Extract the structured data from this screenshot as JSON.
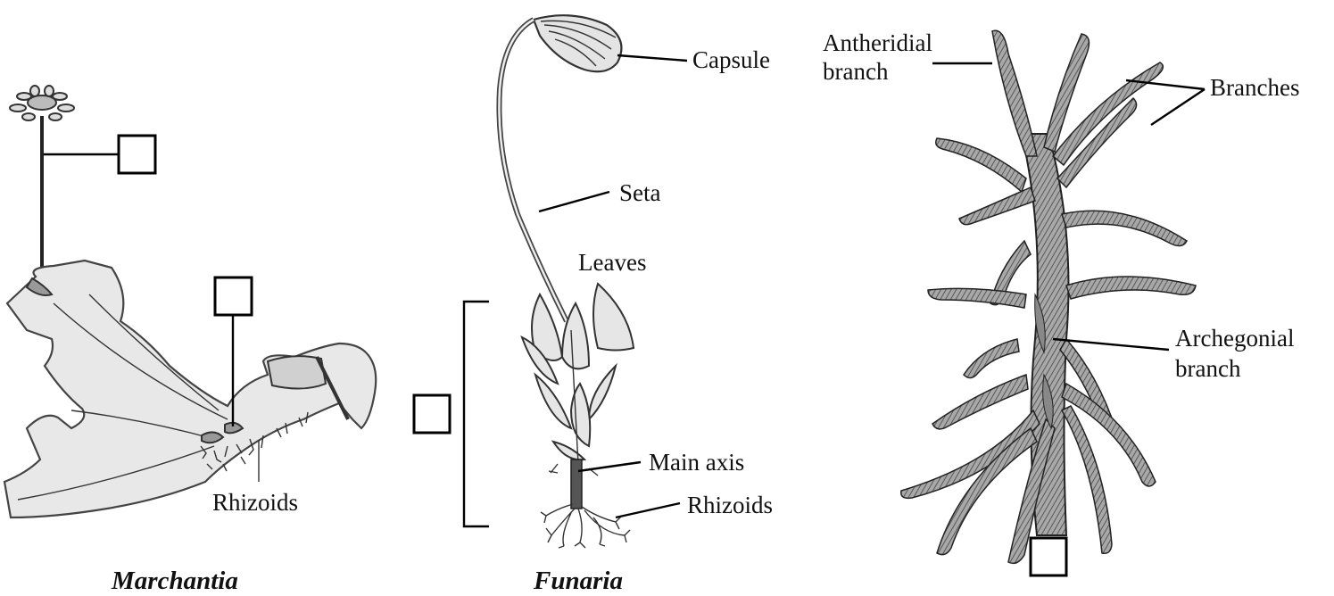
{
  "panels": [
    {
      "caption": "Marchantia",
      "labels": {
        "rhizoids": "Rhizoids"
      },
      "blank_boxes": 2
    },
    {
      "caption": "Funaria",
      "labels": {
        "capsule": "Capsule",
        "seta": "Seta",
        "leaves": "Leaves",
        "main_axis": "Main axis",
        "rhizoids": "Rhizoids"
      },
      "blank_boxes": 1
    },
    {
      "caption": "",
      "labels": {
        "antheridial_line1": "Antheridial",
        "antheridial_line2": "branch",
        "branches": "Branches",
        "archegonial_line1": "Archegonial",
        "archegonial_line2": "branch"
      },
      "blank_boxes": 1
    }
  ],
  "colors": {
    "line": "#000000",
    "plant_fill": "#e6e6e6",
    "shade": "#9a9a9a"
  }
}
